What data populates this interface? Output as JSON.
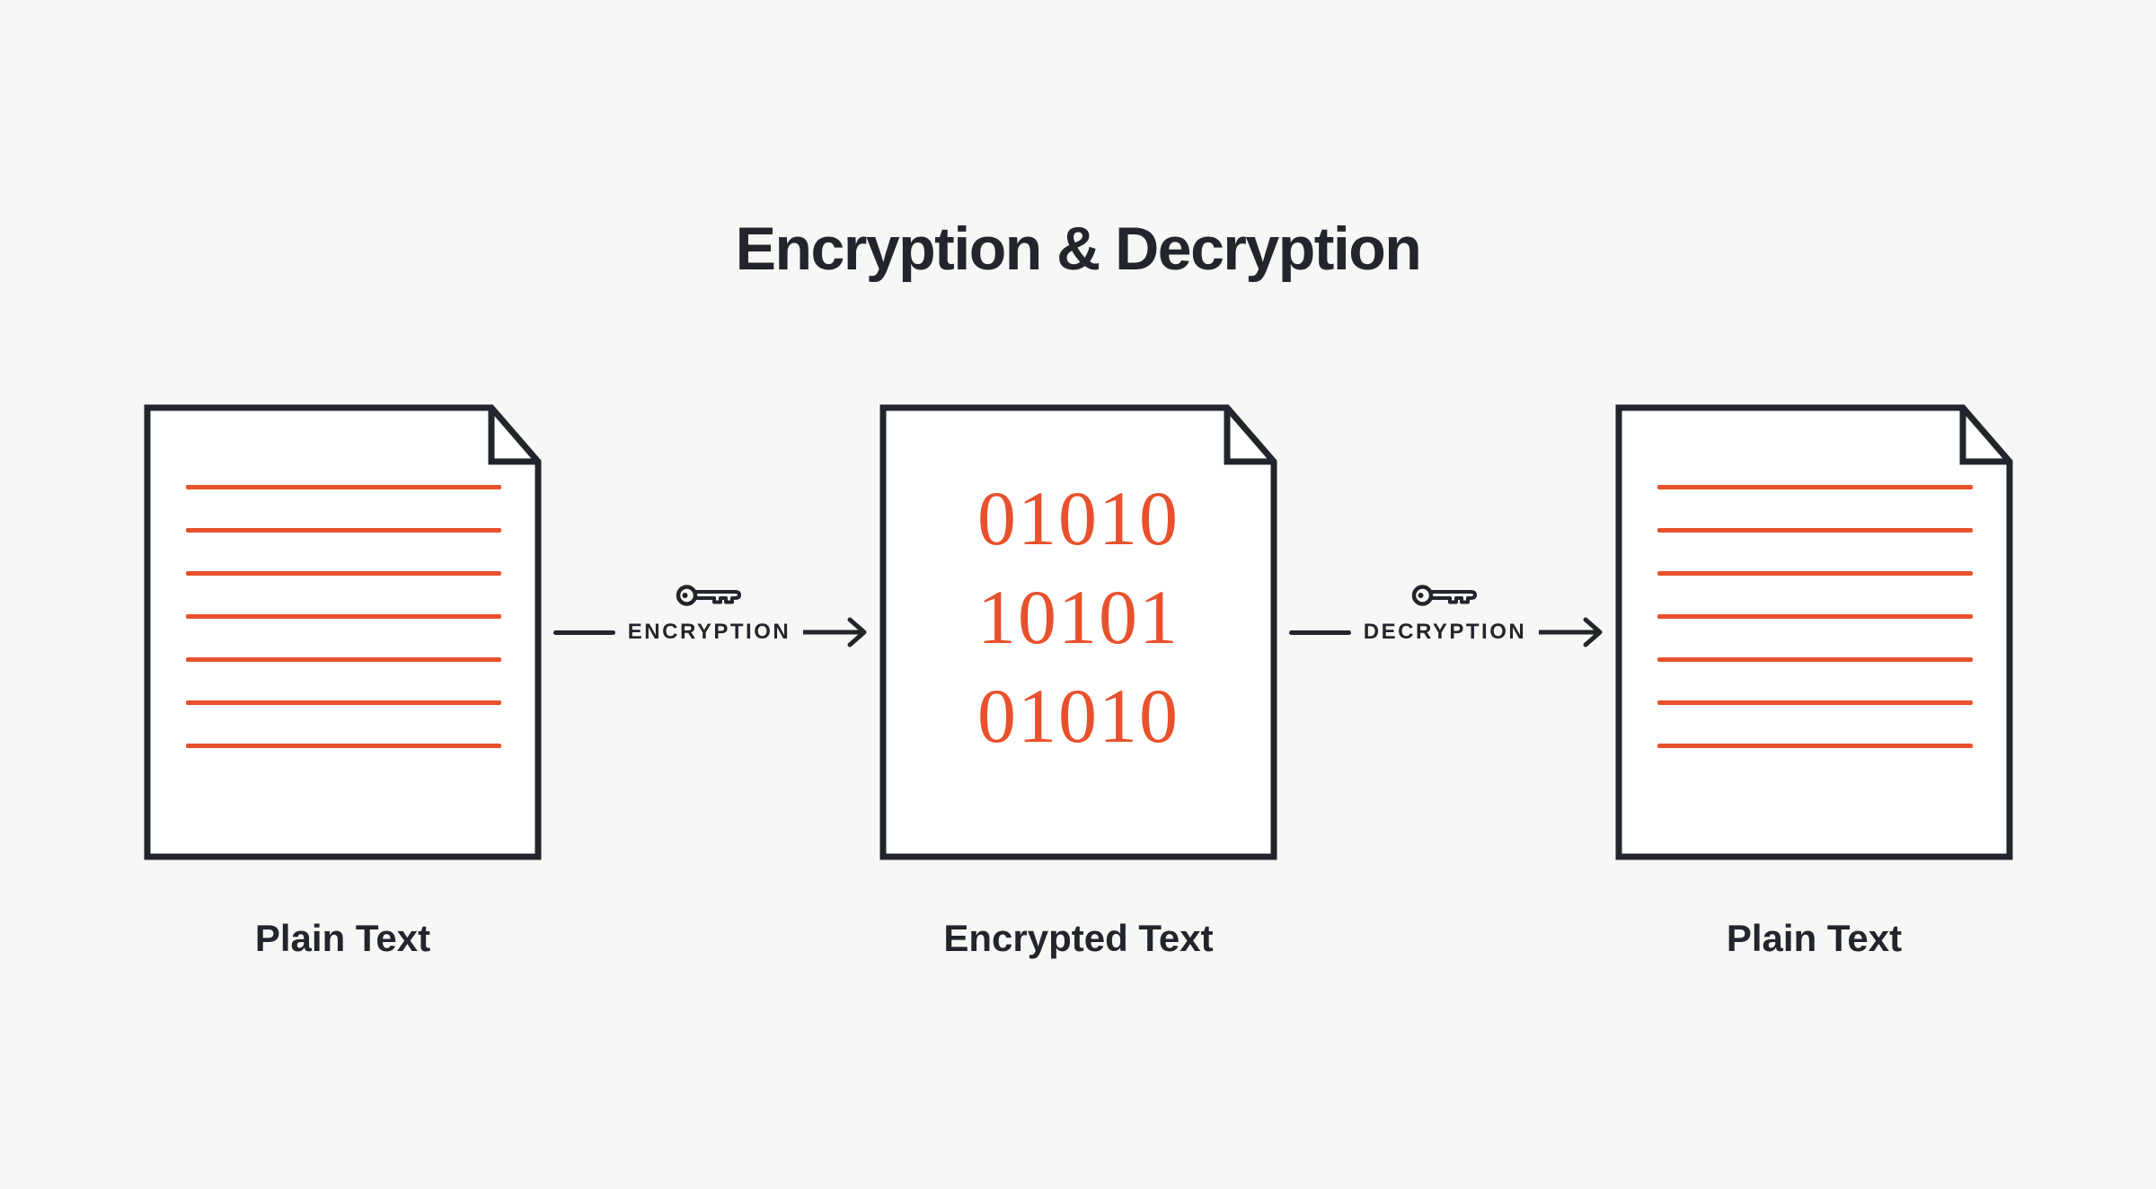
{
  "title": "Encryption & Decryption",
  "colors": {
    "background": "#f7f7f5",
    "ink": "#23252c",
    "accent": "#e8512c",
    "paper": "#ffffff"
  },
  "documents": [
    {
      "caption": "Plain Text",
      "content_type": "lines",
      "line_count": 7
    },
    {
      "caption": "Encrypted Text",
      "content_type": "binary",
      "binary_lines": [
        "01010",
        "10101",
        "01010"
      ]
    },
    {
      "caption": "Plain Text",
      "content_type": "lines",
      "line_count": 7
    }
  ],
  "connectors": [
    {
      "label": "ENCRYPTION",
      "icon": "key-icon"
    },
    {
      "label": "DECRYPTION",
      "icon": "key-icon"
    }
  ]
}
